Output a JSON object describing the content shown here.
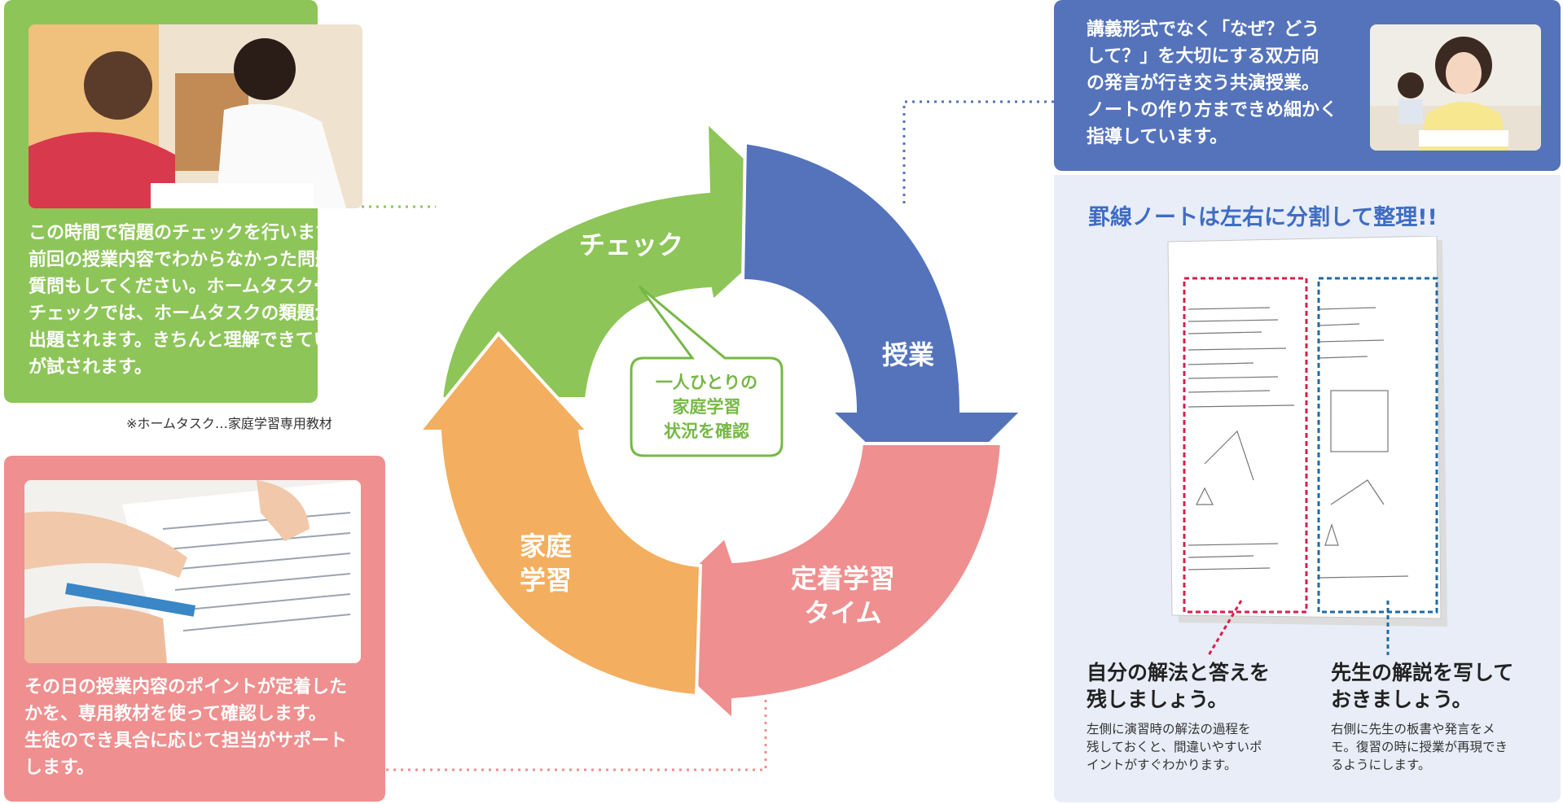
{
  "cycle": {
    "check": {
      "label": "チェック",
      "color": "#8dc558"
    },
    "lesson": {
      "label": "授業",
      "color": "#5473bb"
    },
    "fixation": {
      "label": "定着学習\nタイム",
      "color": "#ef8f8f"
    },
    "home": {
      "label": "家庭\n学習",
      "color": "#f3ae5f"
    },
    "center_bubble": "一人ひとりの\n家庭学習\n状況を確認"
  },
  "check_card": {
    "color": "#8dc558",
    "text": "この時間で宿題のチェックを行います。\n前回の授業内容でわからなかった問題の\n質問もしてください。ホームタスク※\nチェックでは、ホームタスクの類題が\n出題されます。きちんと理解できているか\nが試されます。",
    "footnote": "※ホームタスク…家庭学習専用教材"
  },
  "fixation_card": {
    "color": "#ef8f8f",
    "text": "その日の授業内容のポイントが定着した\nかを、専用教材を使って確認します。\n生徒のでき具合に応じて担当がサポート\nします。"
  },
  "lesson_card": {
    "color": "#5473bb",
    "text": "講義形式でなく「なぜ？どう\nして？」を大切にする双方向\nの発言が行き交う共演授業。\nノートの作り方まできめ細かく\n指導しています。"
  },
  "note_panel": {
    "background": "#e8edf7",
    "title": "罫線ノートは左右に分割して整理!!",
    "left_heading": "自分の解法と答えを\n残しましょう。",
    "left_body": "左側に演習時の解法の過程を\n残しておくと、間違いやすいポ\nイントがすぐわかります。",
    "right_heading": "先生の解説を写して\nおきましょう。",
    "right_body": "右側に先生の板書や発言をメ\nモ。復習の時に授業が再現でき\nるようにします。",
    "left_frame_color": "#d6204a",
    "right_frame_color": "#1f6aa5"
  }
}
